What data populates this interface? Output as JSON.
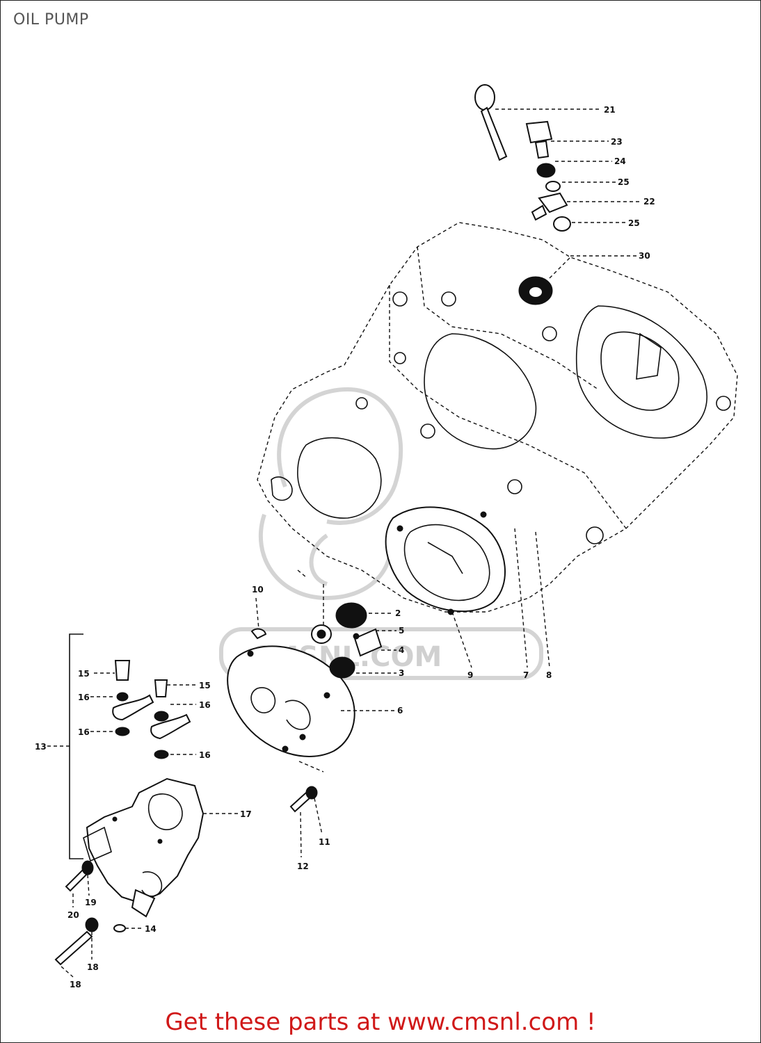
{
  "page": {
    "title": "OIL PUMP",
    "footer": "Get these parts at www.cmsnl.com !",
    "watermark_text": "CMSNL.COM"
  },
  "colors": {
    "title": "#555555",
    "footer": "#d01818",
    "line_art": "#111111",
    "watermark": "#d0d0d0"
  },
  "callouts": {
    "c1": "21",
    "c2": "23",
    "c3": "24",
    "c4": "25",
    "c5": "22",
    "c6": "25",
    "c7": "30",
    "c8": "2",
    "c9": "5",
    "c10": "4",
    "c11": "3",
    "c12": "6",
    "c13": "9",
    "c14": "7",
    "c15": "8",
    "c16": "10",
    "c17": "15",
    "c18": "16",
    "c19": "16",
    "c20": "15",
    "c21": "16",
    "c22": "16",
    "c23": "13",
    "c24": "17",
    "c25": "11",
    "c26": "12",
    "c27": "20",
    "c28": "19",
    "c29": "14",
    "c30": "18",
    "c31": "18"
  }
}
